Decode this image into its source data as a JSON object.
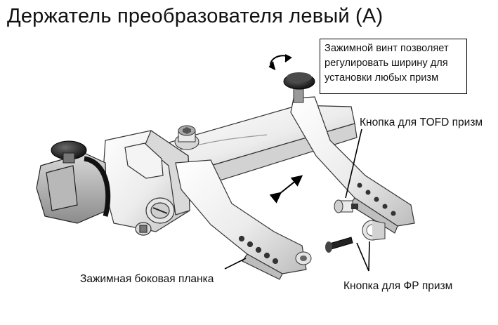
{
  "title": "Держатель преобразователя левый (А)",
  "callouts": {
    "screw": {
      "line1": "Зажимной винт позволяет",
      "line2": "регулировать ширину для",
      "line3": "установки любых призм"
    },
    "tofd_button": "Кнопка для TOFD призм",
    "side_plate": "Зажимная боковая планка",
    "pa_button": "Кнопка для ФР призм"
  }
}
